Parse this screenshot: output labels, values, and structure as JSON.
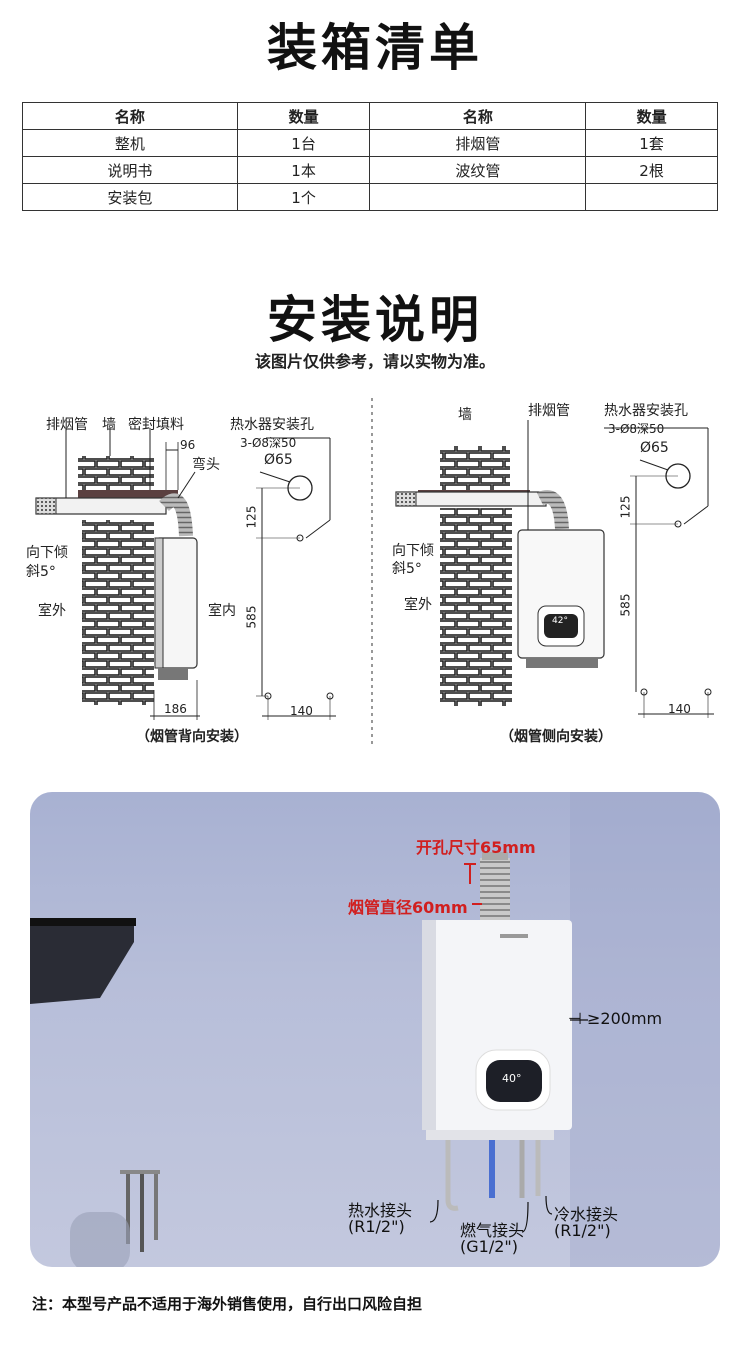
{
  "packing": {
    "title": "装箱清单",
    "headers": [
      "名称",
      "数量",
      "名称",
      "数量"
    ],
    "rows": [
      [
        "整机",
        "1台",
        "排烟管",
        "1套"
      ],
      [
        "说明书",
        "1本",
        "波纹管",
        "2根"
      ],
      [
        "安装包",
        "1个",
        "",
        ""
      ]
    ]
  },
  "install": {
    "title": "安装说明",
    "subtitle": "该图片仅供参考，请以实物为准。",
    "left": {
      "flue": "排烟管",
      "wall": "墙",
      "sealant": "密封填料",
      "elbow": "弯头",
      "dim_96": "96",
      "tilt1": "向下倾",
      "tilt2": "斜5°",
      "outdoor": "室外",
      "indoor": "室内",
      "dim_186": "186",
      "caption": "（烟管背向安装）"
    },
    "right": {
      "wall": "墙",
      "flue": "排烟管",
      "tilt1": "向下倾",
      "tilt2": "斜5°",
      "outdoor": "室外",
      "caption": "（烟管侧向安装）"
    },
    "holes": {
      "title": "热水器安装孔",
      "spec": "3-Ø8深50",
      "diameter": "Ø65",
      "dim_125": "125",
      "dim_585": "585",
      "dim_140": "140"
    },
    "display": "42°"
  },
  "photo": {
    "hole_size": "开孔尺寸65mm",
    "pipe_diameter": "烟管直径60mm",
    "side_clearance": "⊣ ≥200mm",
    "display": "40°",
    "hot_water": "热水接头",
    "hot_water_spec": "(R1/2\")",
    "gas": "燃气接头",
    "gas_spec": "(G1/2\")",
    "cold_water": "冷水接头",
    "cold_water_spec": "(R1/2\")"
  },
  "note": "注：本型号产品不适用于海外销售使用，自行出口风险自担"
}
